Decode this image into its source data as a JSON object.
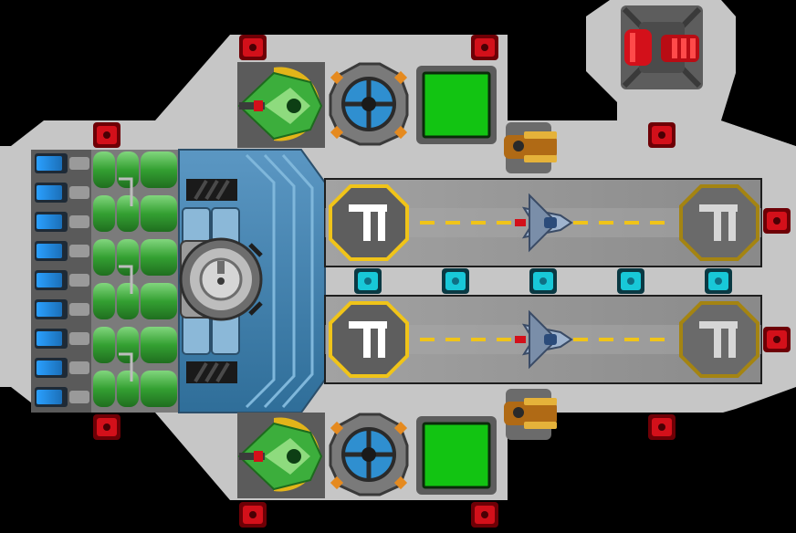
{
  "scene": {
    "title": "",
    "hull_color": "#c6c6c6",
    "background_color": "#000000",
    "room_bg": "#8a8a8a"
  },
  "colors": {
    "alarm_red": "#d3101a",
    "cyan_beacon": "#18c8d8",
    "teal_light": "#0f6f84",
    "green_tank": "#3cae3c",
    "blue_cell": "#2f8fd0",
    "yellow_ring": "#e2b419",
    "green_screen": "#12c412",
    "core_blue": "#4a87b3",
    "bay_gray": "#8a8a8a",
    "stripe_yellow": "#f0c419"
  },
  "sections": {
    "reactor_stack": {
      "name": "cell-bank",
      "cells": 9
    },
    "tank_columns": {
      "name": "tank-column",
      "units": 6
    },
    "core": {
      "name": "reactor-core"
    },
    "hangar_bays": {
      "count": 2,
      "pad_marker": "landing-pad-marker"
    },
    "pods": {
      "count": 2,
      "components": [
        "turret",
        "fan-module",
        "screen-panel"
      ]
    }
  }
}
